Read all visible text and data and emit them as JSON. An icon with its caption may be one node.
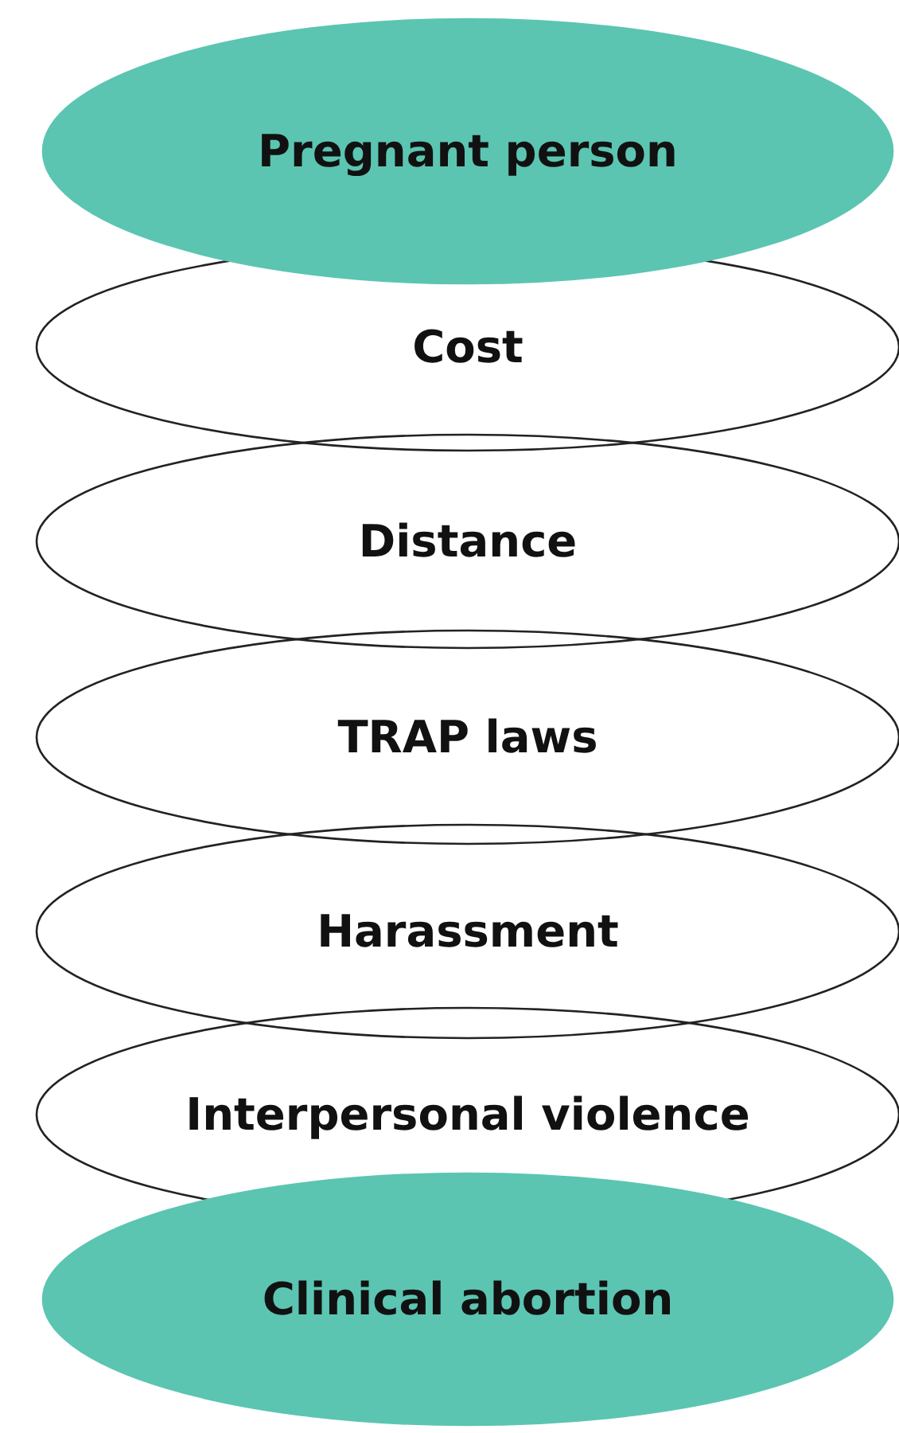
{
  "diagram": {
    "nodes": [
      {
        "text": [
          "Pregnant person"
        ]
      },
      {
        "text": [
          "Cost"
        ]
      },
      {
        "text": [
          "Distance"
        ]
      },
      {
        "text": [
          "TRAP laws"
        ]
      },
      {
        "text": [
          "Harassment"
        ]
      },
      {
        "text": [
          "Interpersonal violence"
        ]
      },
      {
        "text": [
          "Clinical abortion"
        ]
      }
    ]
  }
}
